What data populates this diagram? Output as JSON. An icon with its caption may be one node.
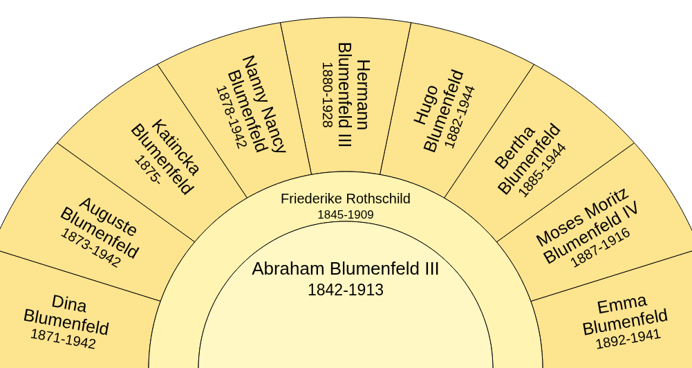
{
  "diagram": {
    "nodes": [
      {
        "text": [
          "Abraham Blumenfeld III",
          "1842-1913"
        ]
      },
      {
        "text": [
          "Friederike Rothschild",
          "1845-1909"
        ]
      },
      {
        "text": [
          "Dina Blumenfeld",
          "1871-1942"
        ]
      },
      {
        "text": [
          "Auguste Blumenfeld",
          "1873-1942"
        ]
      },
      {
        "text": [
          "Katincka Blumenfeld",
          "1875-"
        ]
      },
      {
        "text": [
          "Nanny Nancy Blumenfeld",
          "1878-1942"
        ]
      },
      {
        "text": [
          "Hermann Blumenfeld III",
          "1880-1928"
        ]
      },
      {
        "text": [
          "Hugo Blumenfeld",
          "1882-1944"
        ]
      },
      {
        "text": [
          "Bertha Blumenfeld",
          "1885-1944"
        ]
      },
      {
        "text": [
          "Moses Moritz Blumenfeld IV",
          "1887-1916"
        ]
      },
      {
        "text": [
          "Emma Blumenfeld",
          "1892-1941"
        ]
      }
    ]
  }
}
